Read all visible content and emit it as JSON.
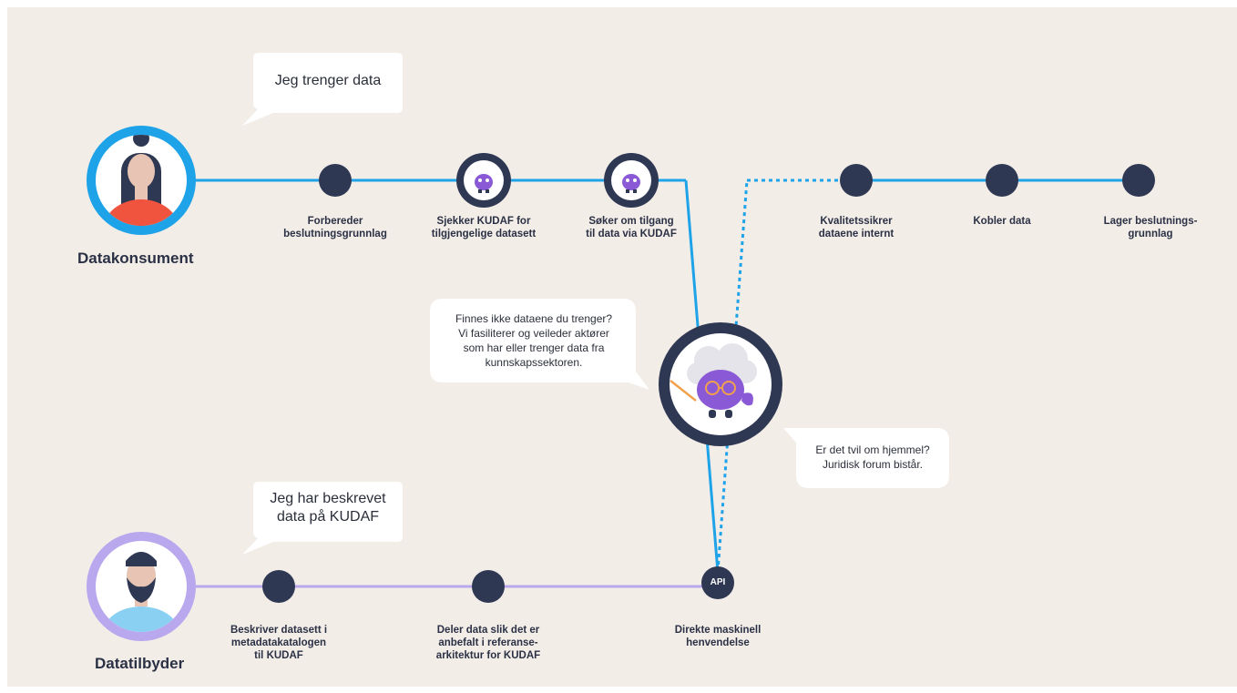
{
  "colors": {
    "background": "#f3ede8",
    "consumer_line": "#1fa3e8",
    "provider_line": "#b9a8ee",
    "node": "#2f3853",
    "consumer_ring": "#1fa3e8",
    "provider_ring": "#b9a8ee",
    "mascot": "#8a5ad6"
  },
  "consumer": {
    "label": "Datakonsument",
    "speech": "Jeg trenger data",
    "steps": [
      {
        "label": "Forbereder\nbeslutningsgrunnlag",
        "icon": "node-dot"
      },
      {
        "label": "Sjekker KUDAF for\ntilgjengelige datasett",
        "icon": "mascot-icon"
      },
      {
        "label": "Søker om tilgang\ntil data via KUDAF",
        "icon": "mascot-icon"
      },
      {
        "label": "Kvalitetssikrer\ndataene internt",
        "icon": "node-dot"
      },
      {
        "label": "Kobler data",
        "icon": "node-dot"
      },
      {
        "label": "Lager beslutnings-\ngrunnlag",
        "icon": "node-dot"
      }
    ]
  },
  "provider": {
    "label": "Datatilbyder",
    "speech": "Jeg har beskrevet\ndata på KUDAF",
    "steps": [
      {
        "label": "Beskriver datasett i\nmetadatakatalogen\ntil KUDAF",
        "icon": "node-dot"
      },
      {
        "label": "Deler data slik det er\nanbefalt i referanse-\narkitektur for KUDAF",
        "icon": "node-dot"
      },
      {
        "label": "Direkte maskinell\nhenvendelse",
        "icon": "api-node",
        "badge": "API"
      }
    ]
  },
  "center": {
    "speech_left": "Finnes ikke dataene du trenger?\nVi fasiliterer og veileder aktører\nsom har eller trenger data fra\nkunnskapssektoren.",
    "speech_right": "Er det tvil om hjemmel?\nJuridisk forum bistår."
  }
}
